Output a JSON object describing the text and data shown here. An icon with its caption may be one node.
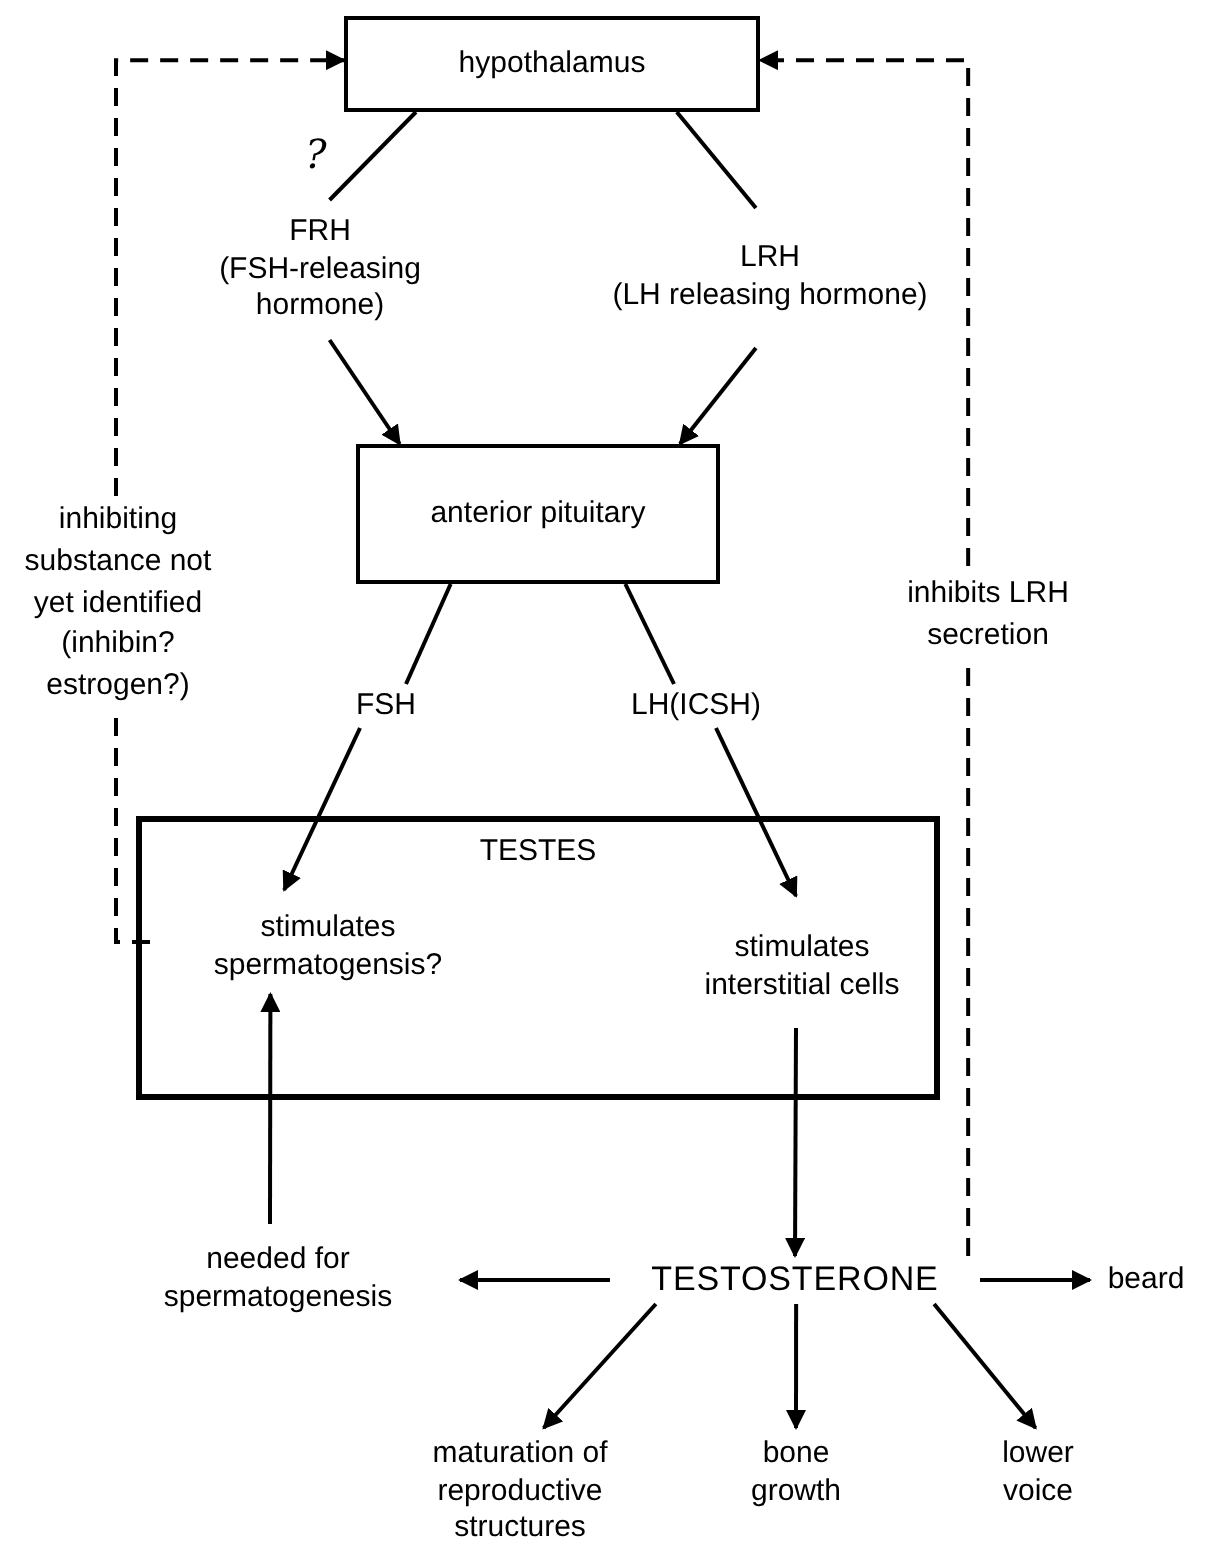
{
  "diagram": {
    "nodes": [
      {
        "text": [
          "hypothalamus"
        ]
      },
      {
        "text": [
          "FRH",
          "(FSH-releasing hormone)"
        ]
      },
      {
        "text": [
          "LRH",
          "(LH releasing hormone)"
        ]
      },
      {
        "text": [
          "anterior pituitary"
        ]
      },
      {
        "text": [
          "FSH"
        ]
      },
      {
        "text": [
          "LH(ICSH)"
        ]
      },
      {
        "text": [
          "TESTES"
        ]
      },
      {
        "text": [
          "stimulates spermatogensis?"
        ],
        "in": 6
      },
      {
        "text": [
          "stimulates interstitial cells"
        ],
        "in": 6
      },
      {
        "text": [
          "TESTOSTERONE"
        ]
      },
      {
        "text": [
          "needed for spermatogenesis"
        ]
      },
      {
        "text": [
          "beard"
        ]
      },
      {
        "text": [
          "maturation of reproductive structures"
        ]
      },
      {
        "text": [
          "bone growth"
        ]
      },
      {
        "text": [
          "lower voice"
        ]
      }
    ],
    "edges": [
      {
        "from": 0,
        "to": 1,
        "arrow": "none",
        "label": "?"
      },
      {
        "from": 0,
        "to": 2,
        "arrow": "none"
      },
      {
        "from": 1,
        "to": 3,
        "arrow": "to"
      },
      {
        "from": 2,
        "to": 3,
        "arrow": "to"
      },
      {
        "from": 3,
        "to": 4,
        "arrow": "none"
      },
      {
        "from": 3,
        "to": 5,
        "arrow": "none"
      },
      {
        "from": 4,
        "to": 7,
        "arrow": "to"
      },
      {
        "from": 5,
        "to": 8,
        "arrow": "to"
      },
      {
        "from": 8,
        "to": 9,
        "arrow": "to"
      },
      {
        "from": 10,
        "to": 7,
        "arrow": "to"
      },
      {
        "from": 9,
        "to": 10,
        "arrow": "to"
      },
      {
        "from": 9,
        "to": 11,
        "arrow": "to"
      },
      {
        "from": 9,
        "to": 12,
        "arrow": "to"
      },
      {
        "from": 9,
        "to": 13,
        "arrow": "to"
      },
      {
        "from": 9,
        "to": 14,
        "arrow": "to"
      },
      {
        "from": 7,
        "to": 0,
        "arrow": "to",
        "style": "dashed",
        "label": "inhibiting substance not yet identified (inhibin? estrogen?)"
      },
      {
        "from": 9,
        "to": 0,
        "arrow": "to",
        "style": "dashed",
        "label": "inhibits LRH secretion"
      }
    ]
  }
}
